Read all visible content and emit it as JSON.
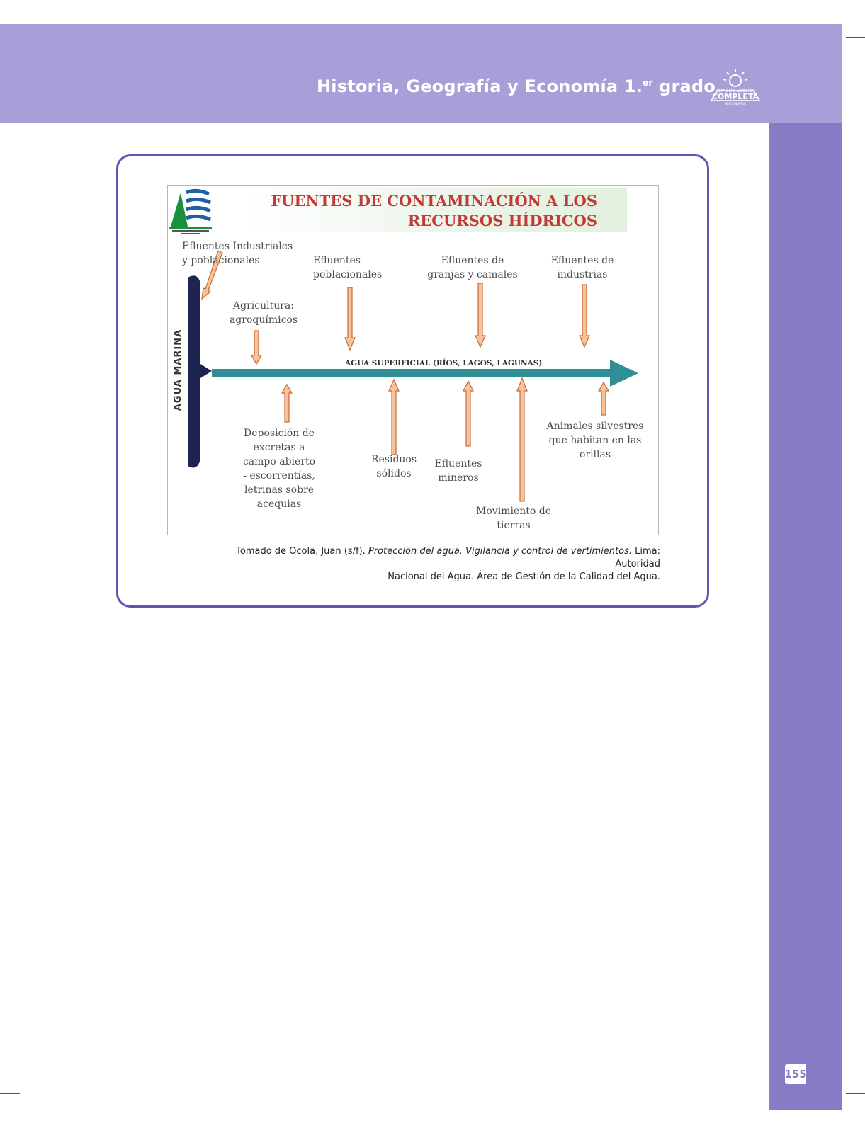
{
  "header": {
    "title": "Historia, Geografía y Economía 1.",
    "title_sup": "er",
    "title_end": " grado",
    "logo_text": [
      "Jornada Escolar",
      "COMPLETA",
      "SECUNDARIA"
    ]
  },
  "page_number": "155",
  "figure": {
    "title_line1": "FUENTES DE CONTAMINACIÓN A LOS",
    "title_line2": "RECURSOS HÍDRICOS",
    "side_label": "AGUA MARINA",
    "river_label": "AGUA SUPERFICIAL (RÍOS, LAGOS, LAGUNAS)",
    "top_sources": {
      "efl_industriales_poblacionales": [
        "Efluentes Industriales",
        "y poblacionales"
      ],
      "agricultura": [
        "Agricultura:",
        "agroquímicos"
      ],
      "efl_poblacionales": [
        "Efluentes",
        "poblacionales"
      ],
      "efl_granjas": [
        "Efluentes de",
        "granjas y camales"
      ],
      "efl_industrias": [
        "Efluentes de",
        "industrias"
      ]
    },
    "bottom_sources": {
      "deposicion": [
        "Deposición de",
        "excretas a",
        "campo abierto",
        "- escorrentías,",
        "letrinas sobre",
        "acequias"
      ],
      "residuos": [
        "Residuos",
        "sólidos"
      ],
      "mineros": [
        "Efluentes",
        "mineros"
      ],
      "movimiento": [
        "Movimiento de",
        "tierras"
      ],
      "animales": [
        "Animales silvestres",
        "que habitan en las",
        "orillas"
      ]
    },
    "colors": {
      "river": "#2f8f94",
      "arrow_fill": "#f5c29a",
      "arrow_stroke": "#c86a3a",
      "title": "#c23a34",
      "marina_bar": "#1d2452",
      "logo_green": "#1a8f3c",
      "logo_blue": "#1f5fa8"
    }
  },
  "caption": {
    "prefix": "Tomado de Ocola, Juan (s/f). ",
    "italic": "Proteccion del agua. Vigilancia y control de vertimientos.",
    "suffix_line1": " Lima: Autoridad",
    "line2": "Nacional del Agua.  Área de Gestión de la Calidad del Agua."
  }
}
